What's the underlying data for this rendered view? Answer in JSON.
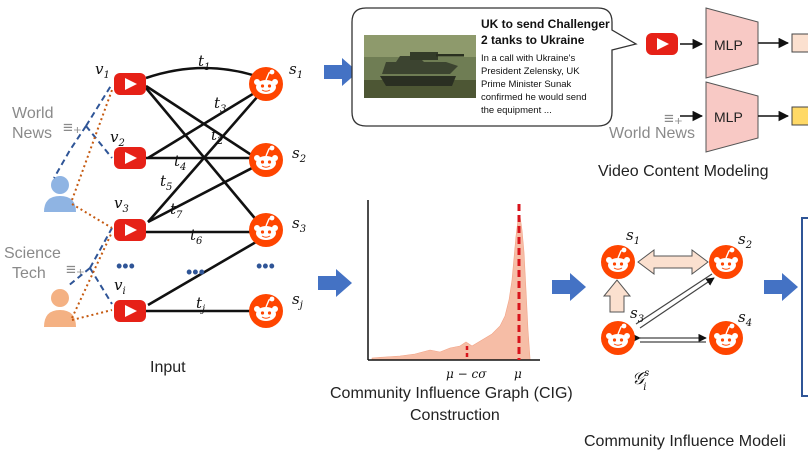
{
  "input": {
    "caption": "Input",
    "videos": [
      "v",
      "v",
      "v",
      "v"
    ],
    "video_subs": [
      "1",
      "2",
      "3",
      "i"
    ],
    "subreddits": [
      "s",
      "s",
      "s",
      "s"
    ],
    "subreddit_subs": [
      "1",
      "2",
      "3",
      "j"
    ],
    "times": [
      "t",
      "t",
      "t",
      "t",
      "t",
      "t",
      "t",
      "t"
    ],
    "time_subs": [
      "1",
      "3",
      "2",
      "4",
      "5",
      "7",
      "6",
      "j"
    ],
    "ellipsis": "•••",
    "topic_world": [
      "World",
      "News"
    ],
    "topic_science": [
      "Science",
      "Tech"
    ],
    "list_icon": "≡₊"
  },
  "video_content": {
    "caption": "Video Content Modeling",
    "news_title": [
      "UK to send Challenger",
      "2 tanks to Ukraine"
    ],
    "news_body": [
      "In a call with Ukraine's",
      "President Zelensky, UK",
      "Prime Minister Sunak",
      "confirmed he would send",
      "the equipment ..."
    ],
    "mlp_label": "MLP",
    "world_news": "World News"
  },
  "cig": {
    "caption": [
      "Community Influence Graph (CIG)",
      "Construction"
    ],
    "mu_label": "μ",
    "threshold_label": "μ − cσ",
    "histogram_color": "#f6bda6",
    "threshold_color": "#d8141c"
  },
  "community": {
    "caption": "Community Influence Modeli",
    "nodes": [
      "s",
      "s",
      "s",
      "s"
    ],
    "node_subs": [
      "1",
      "2",
      "3",
      "4"
    ],
    "graph_label": "𝒢",
    "graph_sup": "s",
    "graph_sub": "i"
  },
  "colors": {
    "youtube_red": "#e62117",
    "reddit_orange": "#ff4500",
    "arrow_blue": "#4472c4",
    "mlp_pink": "#f8c9c5",
    "person_blue": "#8fb4e3",
    "person_orange": "#f4b183",
    "dash_blue": "#2f5597",
    "dot_orange": "#c55a11"
  }
}
